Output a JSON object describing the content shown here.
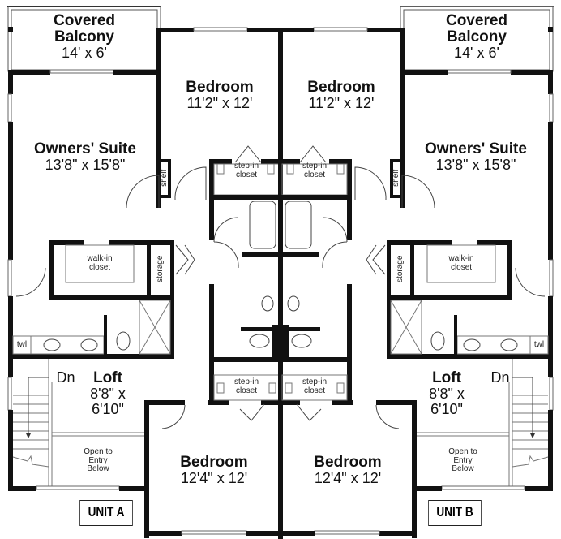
{
  "plan": {
    "unit_a": {
      "tag": "UNIT A",
      "balcony": {
        "name": "Covered Balcony",
        "line1": "Covered",
        "line2": "Balcony",
        "dim": "14' x 6'"
      },
      "owners_suite": {
        "name": "Owners' Suite",
        "dim": "13'8\" x 15'8\""
      },
      "bedroom_top": {
        "name": "Bedroom",
        "dim": "11'2\" x 12'"
      },
      "bedroom_bottom": {
        "name": "Bedroom",
        "dim": "12'4\" x 12'"
      },
      "loft": {
        "name": "Loft",
        "dim_line1": "8'8\" x",
        "dim_line2": "6'10\""
      },
      "walk_in_closet": {
        "line1": "walk-in",
        "line2": "closet"
      },
      "storage": "storage",
      "shelf": "shelf",
      "towel": "twl",
      "step_in_closet_top": {
        "line1": "step-in",
        "line2": "closet"
      },
      "step_in_closet_bottom": {
        "line1": "step-in",
        "line2": "closet"
      },
      "stairs": "Dn",
      "open_to_entry": {
        "line1": "Open to",
        "line2": "Entry",
        "line3": "Below"
      }
    },
    "unit_b": {
      "tag": "UNIT B",
      "balcony": {
        "name": "Covered Balcony",
        "line1": "Covered",
        "line2": "Balcony",
        "dim": "14' x 6'"
      },
      "owners_suite": {
        "name": "Owners' Suite",
        "dim": "13'8\" x 15'8\""
      },
      "bedroom_top": {
        "name": "Bedroom",
        "dim": "11'2\" x 12'"
      },
      "bedroom_bottom": {
        "name": "Bedroom",
        "dim": "12'4\" x 12'"
      },
      "loft": {
        "name": "Loft",
        "dim_line1": "8'8\" x",
        "dim_line2": "6'10\""
      },
      "walk_in_closet": {
        "line1": "walk-in",
        "line2": "closet"
      },
      "storage": "storage",
      "shelf": "shelf",
      "towel": "twl",
      "step_in_closet_top": {
        "line1": "step-in",
        "line2": "closet"
      },
      "step_in_closet_bottom": {
        "line1": "step-in",
        "line2": "closet"
      },
      "stairs": "Dn",
      "open_to_entry": {
        "line1": "Open to",
        "line2": "Entry",
        "line3": "Below"
      }
    },
    "colors": {
      "wall": "#111111",
      "fixture": "#444444",
      "background": "#ffffff"
    }
  }
}
